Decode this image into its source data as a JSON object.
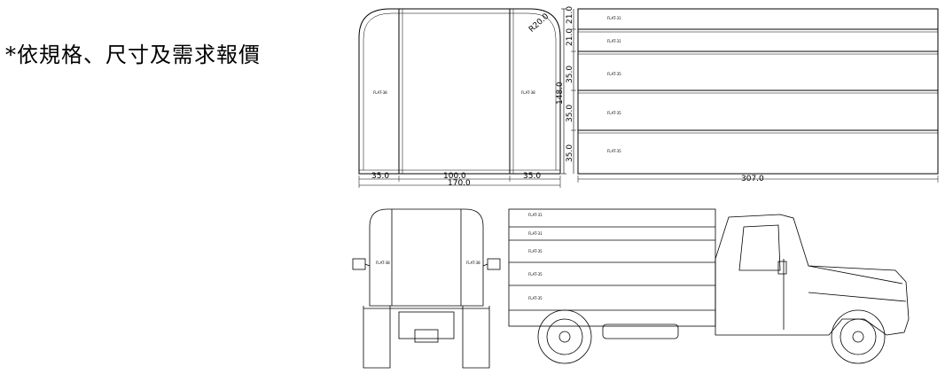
{
  "note": "*依規格、尺寸及需求報價",
  "front_view": {
    "panel_left_label": "FLAT-38",
    "panel_right_label": "FLAT-38",
    "radius_label": "R20.0",
    "width_segments": [
      "35.0",
      "100.0",
      "35.0"
    ],
    "total_width": "170.0"
  },
  "side_view": {
    "height_segments": [
      "21.0",
      "21.0",
      "35.0",
      "35.0",
      "35.0"
    ],
    "total_height": "148.0",
    "length": "307.0",
    "board_labels": [
      "FLAT-31",
      "FLAT-31",
      "FLAT-35",
      "FLAT-35",
      "FLAT-35"
    ]
  }
}
